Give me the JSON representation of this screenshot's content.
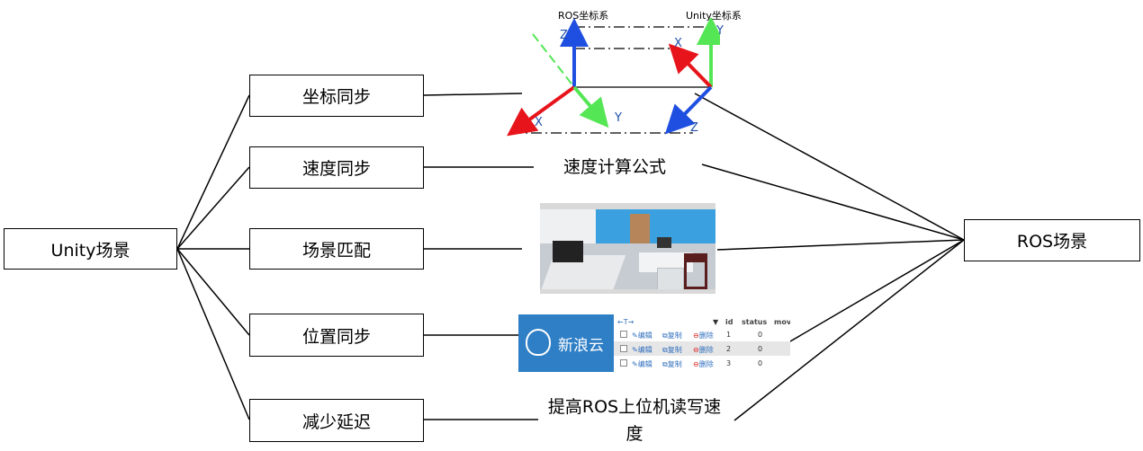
{
  "root": {
    "label": "Unity场景"
  },
  "target": {
    "label": "ROS场景"
  },
  "branches": [
    {
      "label": "坐标同步"
    },
    {
      "label": "速度同步"
    },
    {
      "label": "场景匹配"
    },
    {
      "label": "位置同步"
    },
    {
      "label": "减少延迟"
    }
  ],
  "details": {
    "coordinate": {
      "ros_frame_label": "ROS坐标系",
      "unity_frame_label": "Unity坐标系",
      "ros_axes": [
        "Z",
        "X",
        "Y"
      ],
      "unity_axes": [
        "Y",
        "X",
        "Z"
      ]
    },
    "velocity_formula": "速度计算公式",
    "latency_text": "提高ROS上位机读写速度"
  },
  "database_panel": {
    "logo_text": "新浪云",
    "nav_arrows": "←T→",
    "columns": [
      "id",
      "status",
      "mov"
    ],
    "rows": [
      {
        "edit": "编辑",
        "copy": "复制",
        "delete": "删除",
        "id": "1",
        "status": "0"
      },
      {
        "edit": "编辑",
        "copy": "复制",
        "delete": "删除",
        "id": "2",
        "status": "0"
      },
      {
        "edit": "编辑",
        "copy": "复制",
        "delete": "删除",
        "id": "3",
        "status": "0"
      }
    ]
  },
  "colors": {
    "axis_x": "#e8141b",
    "axis_y": "#55e655",
    "axis_z": "#1f4fe0",
    "axis_label": "#1f4fa8",
    "logo_bg": "#2f7fc6",
    "row_highlight": "#e6e6e6"
  }
}
